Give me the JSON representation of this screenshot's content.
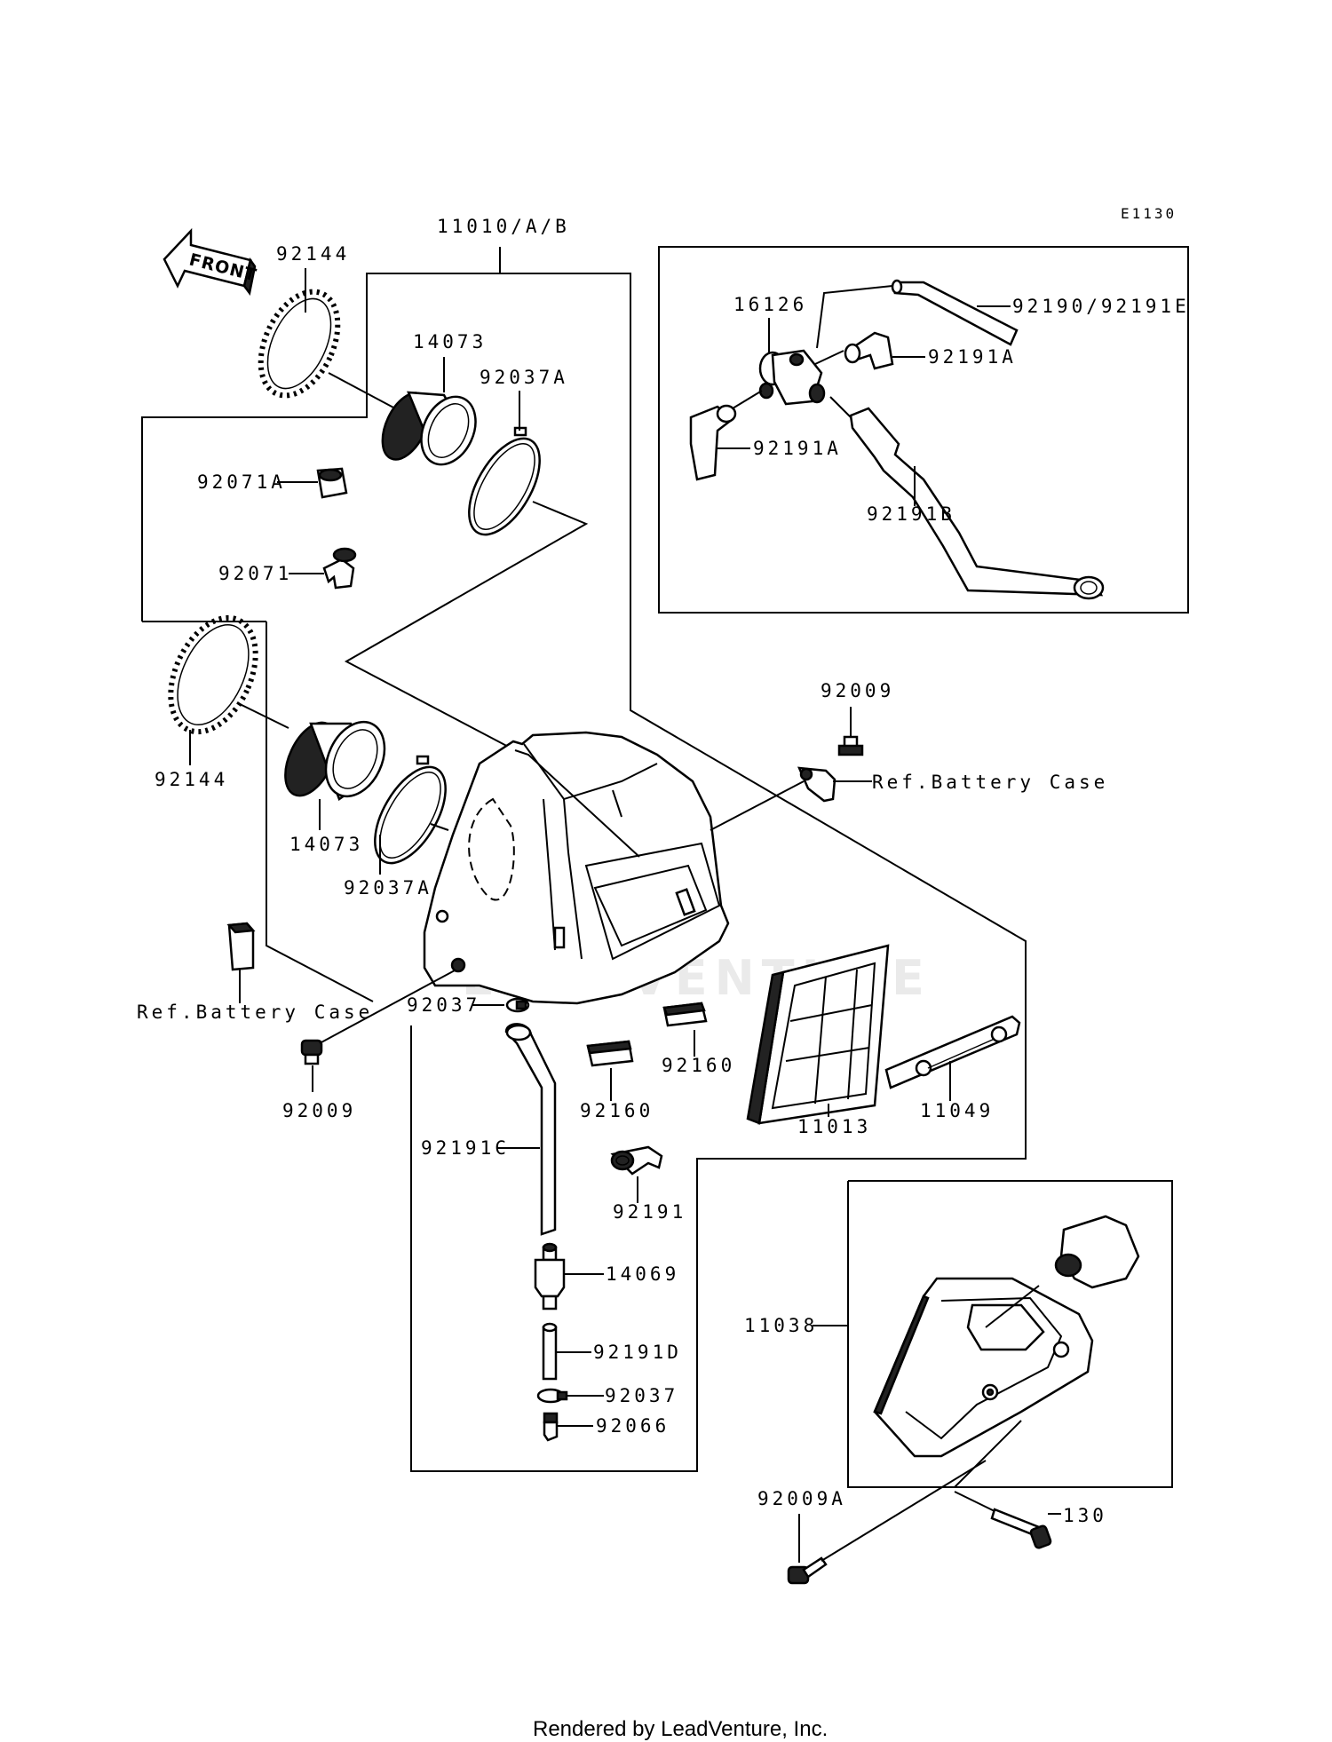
{
  "diagram_code": "E1130",
  "front_arrow": "FRONT",
  "labels": {
    "assy_11010": "11010/A/B",
    "spring_92144_top": "92144",
    "joint_14073_top": "14073",
    "band_92037A_top": "92037A",
    "cap_92071A": "92071A",
    "fitting_92071": "92071",
    "spring_92144_left": "92144",
    "joint_14073_left": "14073",
    "band_92037A_left": "92037A",
    "valve_16126": "16126",
    "hose_92190": "92190/92191E",
    "hose_92191A_upper": "92191A",
    "hose_92191A_lower": "92191A",
    "hose_92191B": "92191B",
    "bolt_92009_top": "92009",
    "ref_battery_top": "Ref.Battery Case",
    "ref_battery_left": "Ref.Battery Case",
    "clamp_92037_mid": "92037",
    "bolt_92009_left": "92009",
    "pad_92160_right": "92160",
    "pad_92160_left": "92160",
    "element_11013": "11013",
    "holder_11049": "11049",
    "hose_92191C": "92191C",
    "hose_92191": "92191",
    "filter_14069": "14069",
    "hose_92191D": "92191D",
    "clamp_92037_low": "92037",
    "plug_92066": "92066",
    "case_11038": "11038",
    "bolt_92009A": "92009A",
    "bolt_130": "130"
  },
  "footer": "Rendered by LeadVenture, Inc.",
  "watermark": "LEADVENTURE"
}
